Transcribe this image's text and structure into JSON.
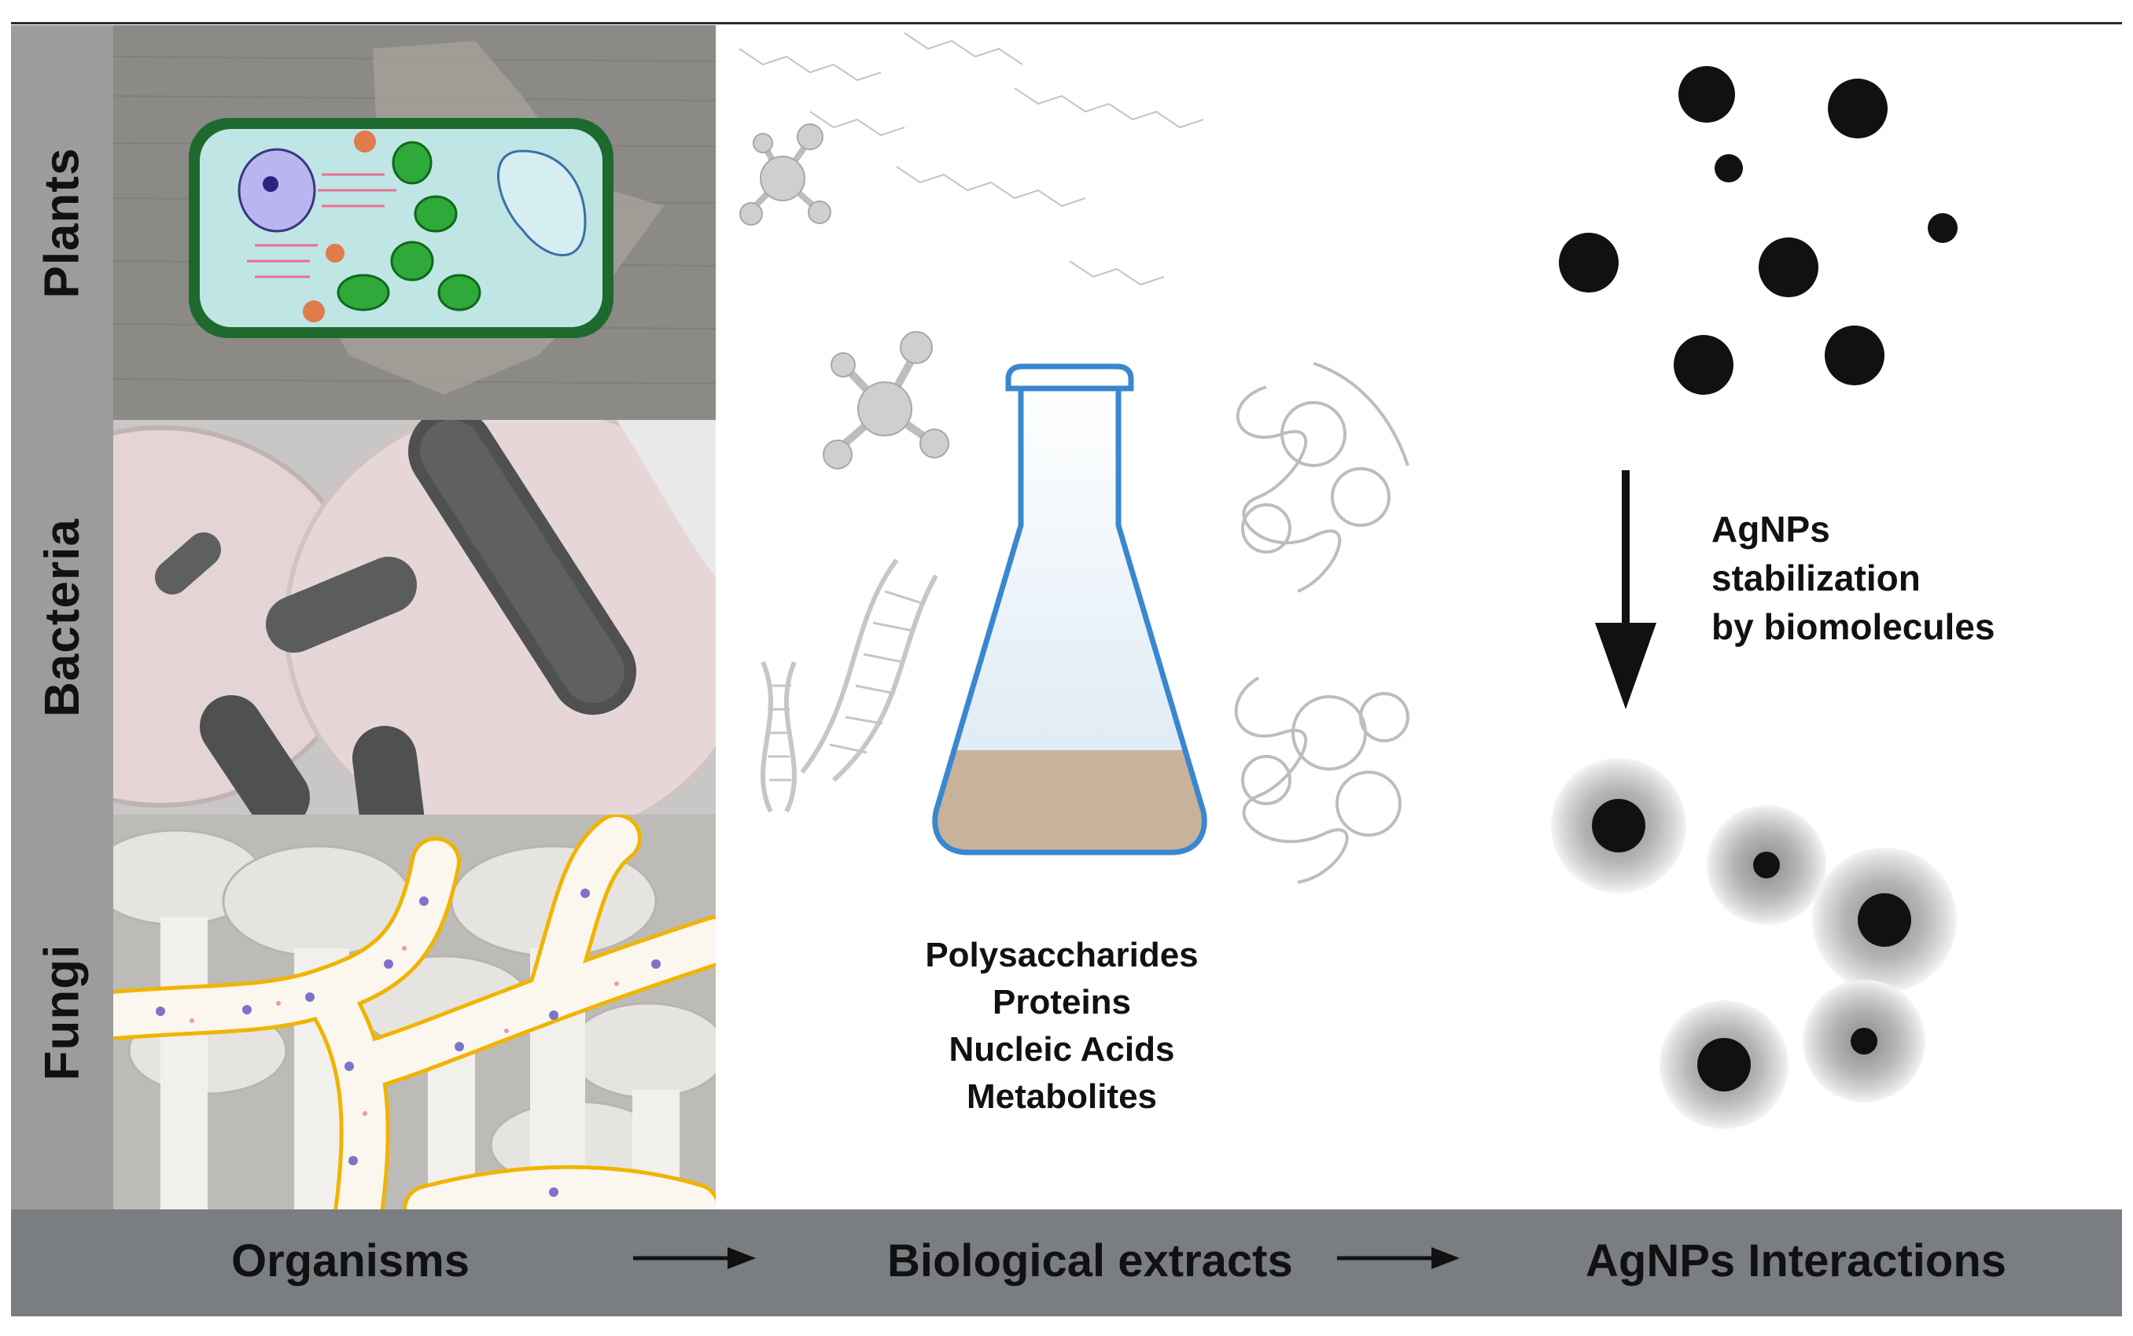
{
  "organisms": [
    {
      "label": "Plants"
    },
    {
      "label": "Bacteria"
    },
    {
      "label": "Fungi"
    }
  ],
  "extract_compounds": [
    "Polysaccharides",
    "Proteins",
    "Nucleic Acids",
    "Metabolites"
  ],
  "stabilization_text": [
    "AgNPs",
    "stabilization",
    "by biomolecules"
  ],
  "bottom_bar": {
    "stage1": "Organisms",
    "stage2": "Biological extracts",
    "stage3": "AgNPs Interactions"
  },
  "colors": {
    "sidebar": "#9c9c9c",
    "bottom_bar": "#7a7d82",
    "flask_outline": "#3a87d0",
    "cell_wall": "#1e6a2e",
    "hypha_outline": "#f0b400",
    "nanoparticle": "#111111"
  },
  "icons": [
    "plant-cell-icon",
    "bacteria-icon",
    "fungi-hyphae-icon",
    "molecule-icon",
    "dna-icon",
    "protein-icon",
    "flask-icon",
    "nanoparticle-icon",
    "down-arrow-icon",
    "right-arrow-icon"
  ]
}
